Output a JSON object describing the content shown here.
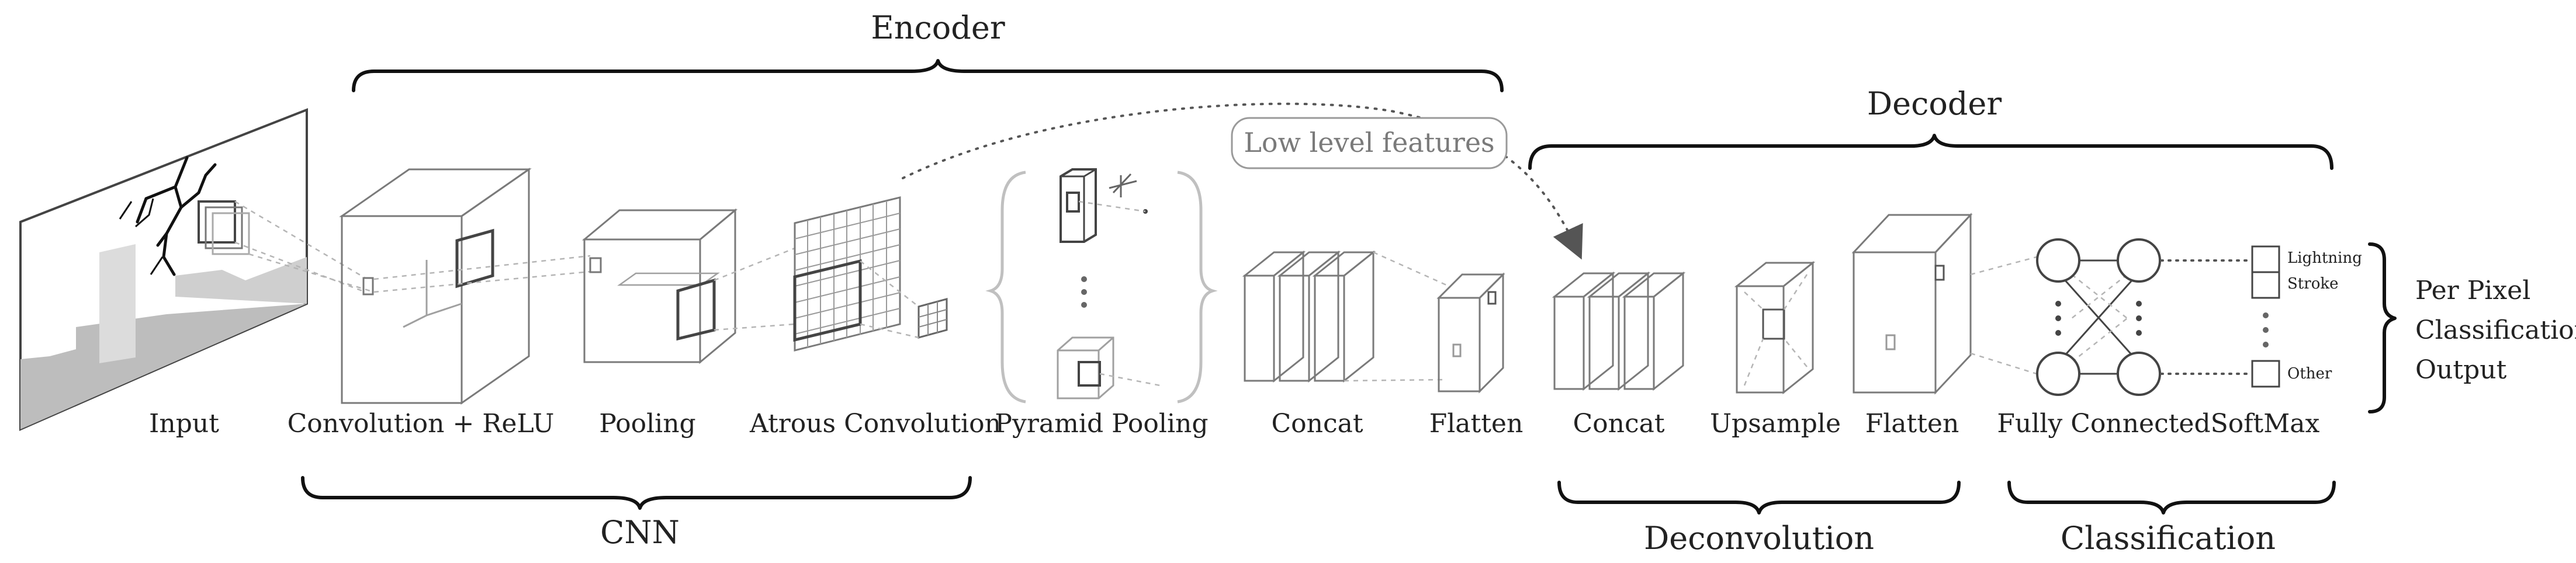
{
  "colors": {
    "stroke": "#7a7a7a",
    "dark_stroke": "#444444",
    "light_stroke": "#b5b5b5",
    "brace": "#111111",
    "pill_text": "#7a7a7a",
    "text": "#222222"
  },
  "groups": {
    "encoder": "Encoder",
    "decoder": "Decoder",
    "cnn": "CNN",
    "deconvolution": "Deconvolution",
    "classification": "Classification"
  },
  "stages": {
    "input": "Input",
    "conv_relu": "Convolution + ReLU",
    "pooling": "Pooling",
    "atrous": "Atrous Convolution",
    "pyramid": "Pyramid Pooling",
    "concat_enc": "Concat",
    "flatten_enc": "Flatten",
    "concat_dec": "Concat",
    "upsample": "Upsample",
    "flatten_dec": "Flatten",
    "fully_connected": "Fully Connected",
    "softmax": "SoftMax"
  },
  "low_level_features": "Low level features",
  "softmax_classes": [
    "Lightning",
    "Stroke",
    "Other"
  ],
  "output_lines": [
    "Per Pixel",
    "Classification",
    "Output"
  ]
}
